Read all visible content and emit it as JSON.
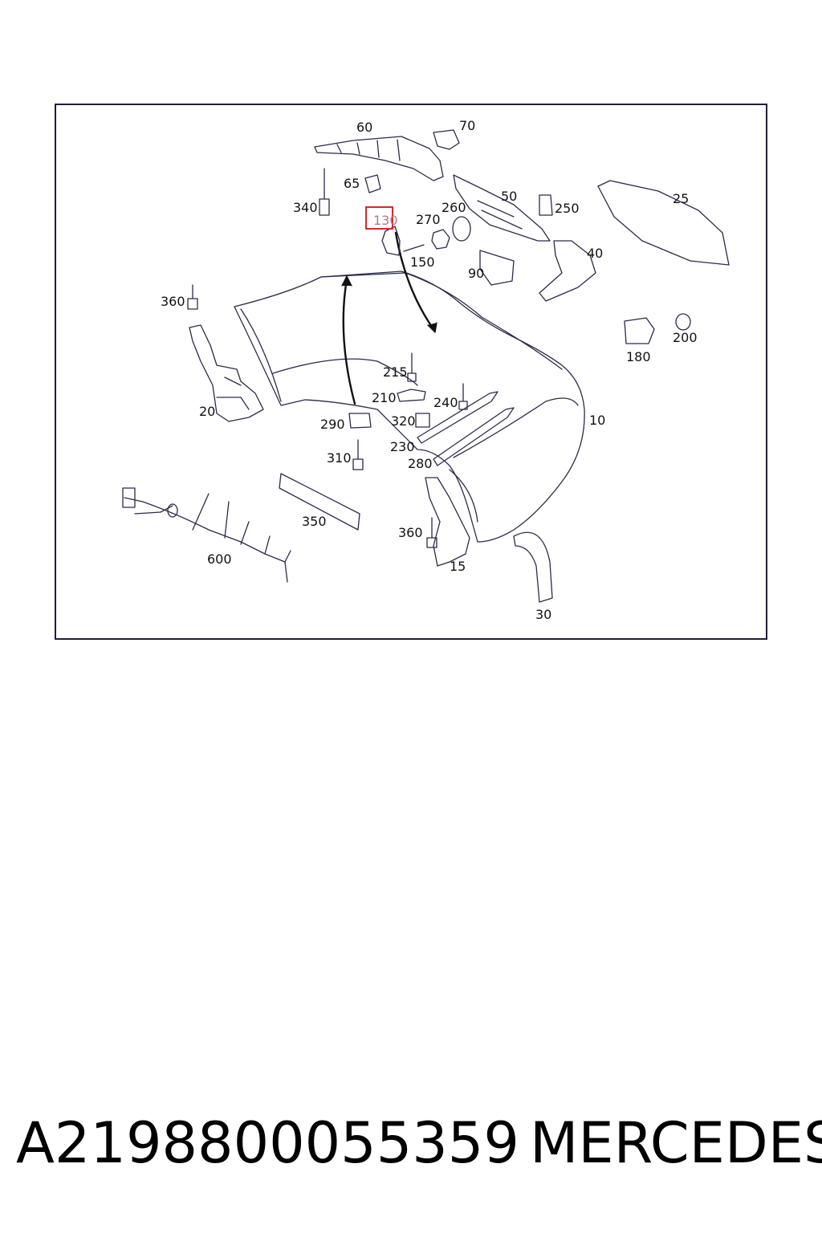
{
  "diagram": {
    "callouts": {
      "p10": "10",
      "p15": "15",
      "p20": "20",
      "p25": "25",
      "p30": "30",
      "p40": "40",
      "p50": "50",
      "p60": "60",
      "p65": "65",
      "p70": "70",
      "p90": "90",
      "p130": "130",
      "p150": "150",
      "p180": "180",
      "p200": "200",
      "p210": "210",
      "p215": "215",
      "p230": "230",
      "p240": "240",
      "p250": "250",
      "p260": "260",
      "p270": "270",
      "p280": "280",
      "p290": "290",
      "p310": "310",
      "p320": "320",
      "p340": "340",
      "p350": "350",
      "p360a": "360",
      "p360b": "360",
      "p600": "600"
    },
    "highlighted_part": "130",
    "colors": {
      "frame": "#1e1e3a",
      "line": "#2b2b4a",
      "highlight": "#d42a2a",
      "highlight_text": "#b07b8c"
    }
  },
  "footer": {
    "part_number": "A2198800055359",
    "brand": "MERCEDES"
  }
}
